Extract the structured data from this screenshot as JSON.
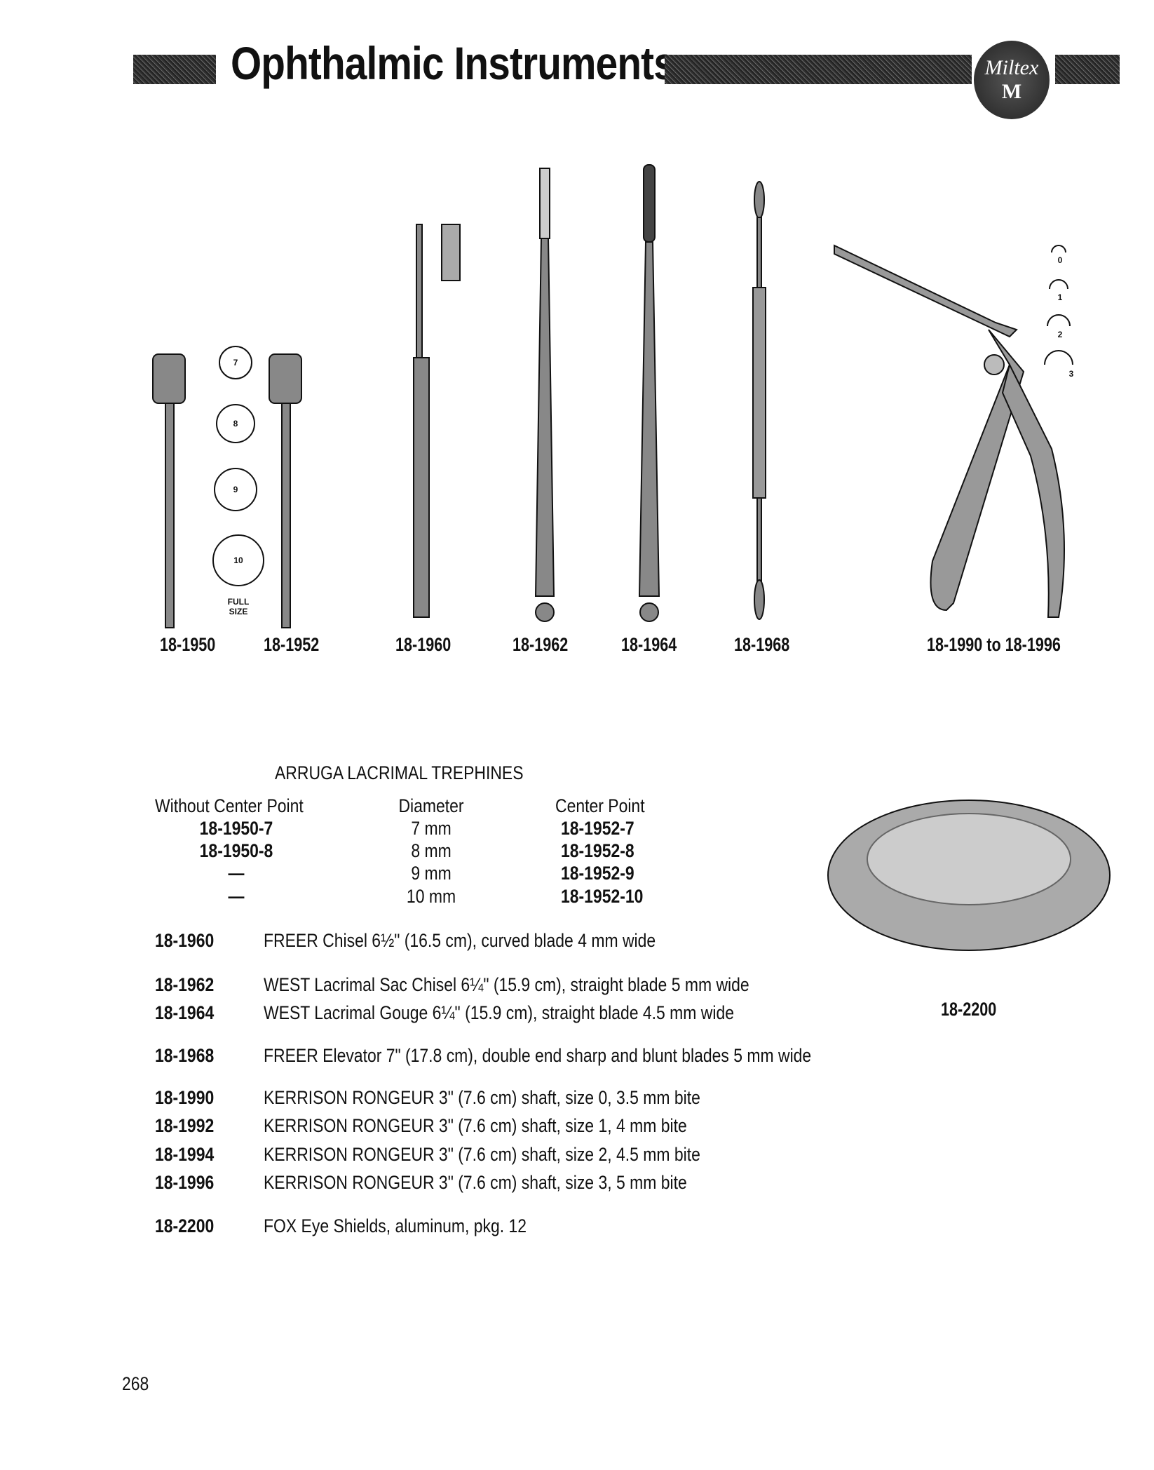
{
  "header": {
    "title": "Ophthalmic Instruments",
    "logo_text": "Miltex M"
  },
  "instrument_labels": [
    "18-1950",
    "18-1952",
    "18-1960",
    "18-1962",
    "18-1964",
    "18-1968",
    "18-1990 to 18-1996"
  ],
  "trephine_sizes": [
    "7",
    "8",
    "9",
    "10"
  ],
  "full_size_label": [
    "FULL",
    "SIZE"
  ],
  "rongeur_sizes": [
    "0",
    "1",
    "2",
    "3"
  ],
  "trephines": {
    "heading": "ARRUGA LACRIMAL TREPHINES",
    "columns": [
      "Without Center Point",
      "Diameter",
      "Center Point"
    ],
    "rows": [
      [
        "18-1950-7",
        "7 mm",
        "18-1952-7"
      ],
      [
        "18-1950-8",
        "8 mm",
        "18-1952-8"
      ],
      [
        "—",
        "9 mm",
        "18-1952-9"
      ],
      [
        "—",
        "10 mm",
        "18-1952-10"
      ]
    ]
  },
  "items": [
    {
      "code": "18-1960",
      "desc": "FREER Chisel 6½\" (16.5 cm), curved blade 4 mm wide"
    },
    {
      "code": "18-1962",
      "desc": "WEST Lacrimal Sac Chisel 6¼\" (15.9 cm), straight blade 5 mm wide"
    },
    {
      "code": "18-1964",
      "desc": "WEST Lacrimal Gouge 6¼\" (15.9 cm), straight blade 4.5 mm wide"
    },
    {
      "code": "18-1968",
      "desc": "FREER Elevator 7\" (17.8 cm), double end sharp and blunt blades 5 mm wide"
    },
    {
      "code": "18-1990",
      "desc": "KERRISON RONGEUR 3\" (7.6 cm) shaft, size 0, 3.5 mm bite"
    },
    {
      "code": "18-1992",
      "desc": "KERRISON RONGEUR 3\" (7.6 cm) shaft, size 1, 4 mm bite"
    },
    {
      "code": "18-1994",
      "desc": "KERRISON RONGEUR 3\" (7.6 cm) shaft, size 2, 4.5 mm bite"
    },
    {
      "code": "18-1996",
      "desc": "KERRISON RONGEUR 3\" (7.6 cm) shaft, size 3, 5 mm bite"
    },
    {
      "code": "18-2200",
      "desc": "FOX Eye Shields, aluminum, pkg. 12"
    }
  ],
  "eye_shield_label": "18-2200",
  "page_number": "268"
}
